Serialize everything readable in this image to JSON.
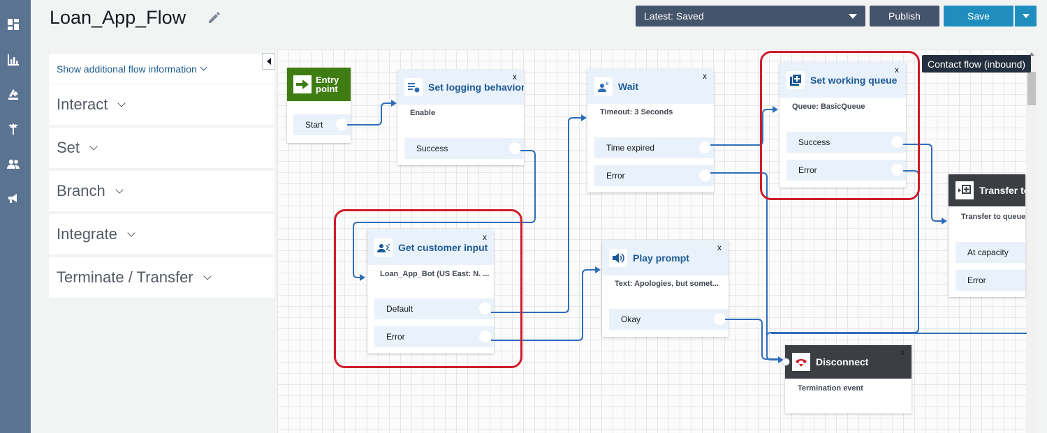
{
  "header": {
    "flow_title": "Loan_App_Flow",
    "version_label": "Latest: Saved",
    "publish_label": "Publish",
    "save_label": "Save"
  },
  "rail": {
    "icons": [
      "dashboard-icon",
      "metrics-icon",
      "routing-icon",
      "flows-icon",
      "users-icon",
      "campaigns-icon"
    ]
  },
  "panel": {
    "info_link": "Show additional flow information",
    "groups": [
      "Interact",
      "Set",
      "Branch",
      "Integrate",
      "Terminate / Transfer"
    ]
  },
  "tooltip": "Contact flow (inbound)",
  "blocks": {
    "entry": {
      "title": "Entry point",
      "start": "Start"
    },
    "logging": {
      "title": "Set logging behavior",
      "param": "Enable",
      "branches": [
        "Success"
      ]
    },
    "wait": {
      "title": "Wait",
      "param": "Timeout: 3 Seconds",
      "branches": [
        "Time expired",
        "Error"
      ]
    },
    "queue": {
      "title": "Set working queue",
      "param": "Queue: BasicQueue",
      "branches": [
        "Success",
        "Error"
      ]
    },
    "transfer": {
      "title": "Transfer to",
      "param": "Transfer to queue",
      "branches": [
        "At capacity",
        "Error"
      ]
    },
    "input": {
      "title": "Get customer input",
      "param": "Loan_App_Bot (US East: N. ...",
      "branches": [
        "Default",
        "Error"
      ]
    },
    "prompt": {
      "title": "Play prompt",
      "param": "Text: Apologies, but somet...",
      "branches": [
        "Okay"
      ]
    },
    "disconnect": {
      "title": "Disconnect",
      "param": "Termination event"
    },
    "close_glyph": "x"
  },
  "colors": {
    "rail": "#5a7391",
    "header_button": "#44546a",
    "save_button": "#1f8ebe",
    "entry_green": "#3f7c12",
    "connector": "#2f6dbb",
    "highlight": "#d01c2a"
  }
}
